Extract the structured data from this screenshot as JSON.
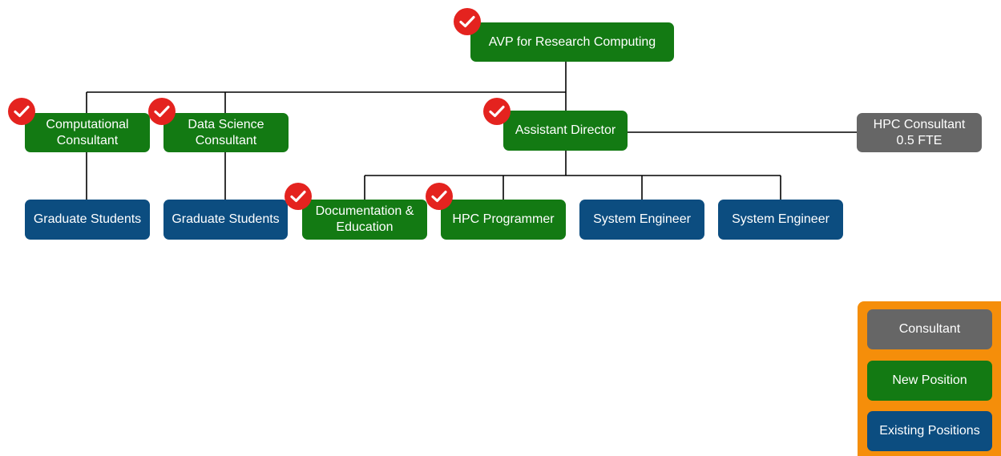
{
  "nodes": {
    "avp": {
      "label": "AVP for Research Computing"
    },
    "comp_consultant": {
      "lines": [
        "Computational",
        "Consultant"
      ]
    },
    "ds_consultant": {
      "lines": [
        "Data Science",
        "Consultant"
      ]
    },
    "assistant_director": {
      "label": "Assistant Director"
    },
    "hpc_consultant": {
      "lines": [
        "HPC Consultant",
        "0.5 FTE"
      ]
    },
    "grad_students_1": {
      "label": "Graduate Students"
    },
    "grad_students_2": {
      "label": "Graduate Students"
    },
    "documentation": {
      "lines": [
        "Documentation &",
        "Education"
      ]
    },
    "hpc_programmer": {
      "label": "HPC Programmer"
    },
    "system_engineer_1": {
      "label": "System Engineer"
    },
    "system_engineer_2": {
      "label": "System Engineer"
    }
  },
  "legend": {
    "consultant": "Consultant",
    "new_position": "New Position",
    "existing_positions": "Existing Positions"
  },
  "colors": {
    "new_position": "#137a13",
    "existing_position": "#0c4d80",
    "consultant": "#666666",
    "legend_background": "#f58e0a",
    "check_badge": "#e4231f"
  },
  "icons": {
    "checkmark": "checkmark-icon"
  }
}
